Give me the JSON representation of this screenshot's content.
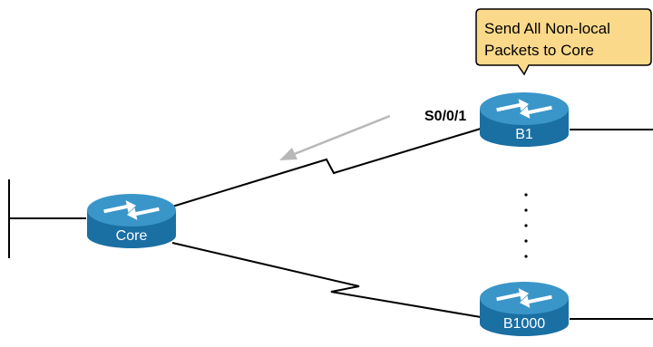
{
  "routers": {
    "core": {
      "label": "Core"
    },
    "b1": {
      "label": "B1"
    },
    "b1000": {
      "label": "B1000"
    }
  },
  "interface_label": "S0/0/1",
  "callout": {
    "line1": "Send All Non-local",
    "line2": "Packets to Core"
  },
  "ellipsis_marks": ".....",
  "colors": {
    "router_top": "#3a96c9",
    "router_side": "#1a6fa3",
    "callout_fill": "#fbd98a",
    "callout_stroke": "#000000",
    "arrow": "#b8b8b8",
    "link": "#000000"
  },
  "icons": {
    "router": "router-icon",
    "flow_arrow": "traffic-direction-arrow"
  }
}
